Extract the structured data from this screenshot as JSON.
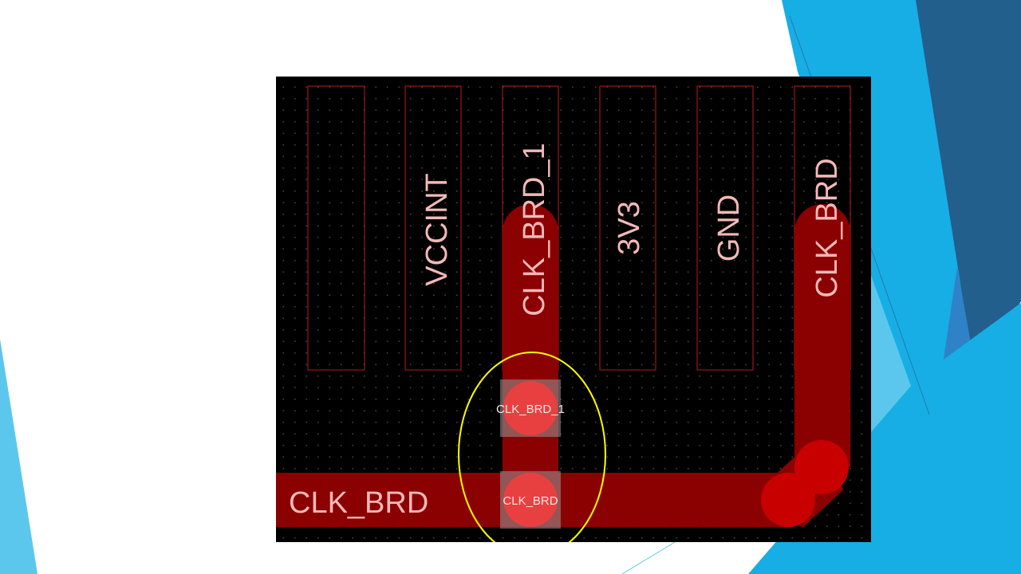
{
  "slide": {
    "colors": {
      "accent_light": "#5BC7EC",
      "accent_mid": "#16AEE5",
      "accent_dark": "#225F8D",
      "accent_blue": "#2F82C8"
    }
  },
  "pcb": {
    "colors": {
      "background": "#000000",
      "pad_outline": "#c01818",
      "trace": "#8b0000",
      "trace_end": "#c90000",
      "via": "#e84040",
      "via_box": "#9a9a9a",
      "label": "#f4b8b8",
      "highlight_ellipse": "#ffff00"
    },
    "pads": [
      {
        "net": ""
      },
      {
        "net": "VCCINT"
      },
      {
        "net": "CLK_BRD_1"
      },
      {
        "net": "3V3"
      },
      {
        "net": "GND"
      },
      {
        "net": "CLK_BRD"
      }
    ],
    "vias": [
      {
        "net": "CLK_BRD_1"
      },
      {
        "net": "CLK_BRD"
      }
    ],
    "trace_label": "CLK_BRD"
  }
}
